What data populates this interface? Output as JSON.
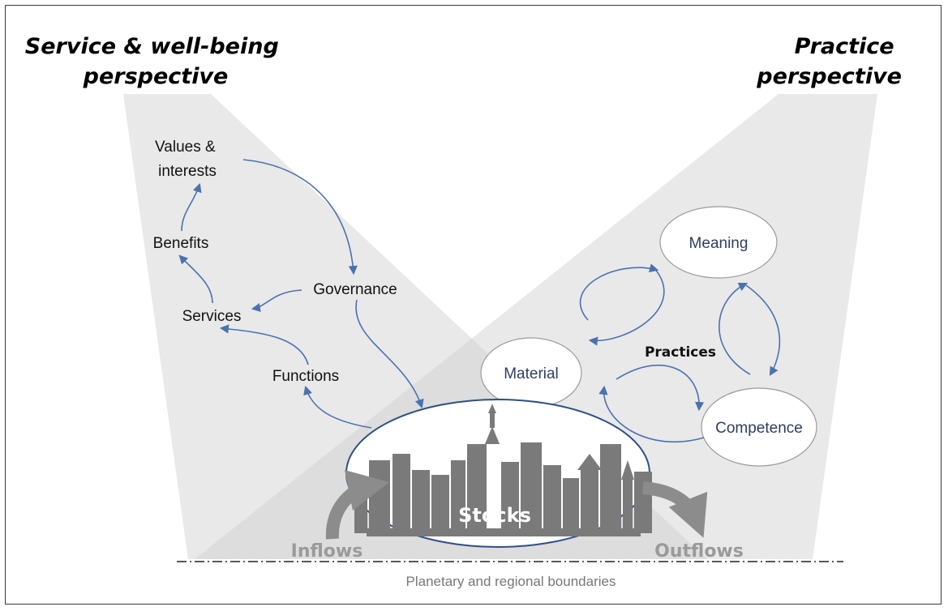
{
  "titles": {
    "left_line1": "Service & well-being",
    "left_line2": "perspective",
    "right_line1": "Practice",
    "right_line2": "perspective"
  },
  "service_nodes": {
    "values_line1": "Values &",
    "values_line2": "interests",
    "benefits": "Benefits",
    "governance": "Governance",
    "services": "Services",
    "functions": "Functions"
  },
  "practice_nodes": {
    "meaning": "Meaning",
    "material": "Material",
    "competence": "Competence",
    "practices": "Practices"
  },
  "stocks": {
    "label": "Stocks",
    "inflows": "Inflows",
    "outflows": "Outflows"
  },
  "boundary": {
    "label": "Planetary and regional boundaries"
  },
  "colors": {
    "arrow_blue": "#4a72b0",
    "bubble_text": "#2f3e60",
    "building_gray": "#7a7a7a",
    "flow_gray": "#9a9a9a"
  },
  "icons": [
    "city-skyline-icon",
    "inflow-arrow-icon",
    "outflow-arrow-icon"
  ]
}
